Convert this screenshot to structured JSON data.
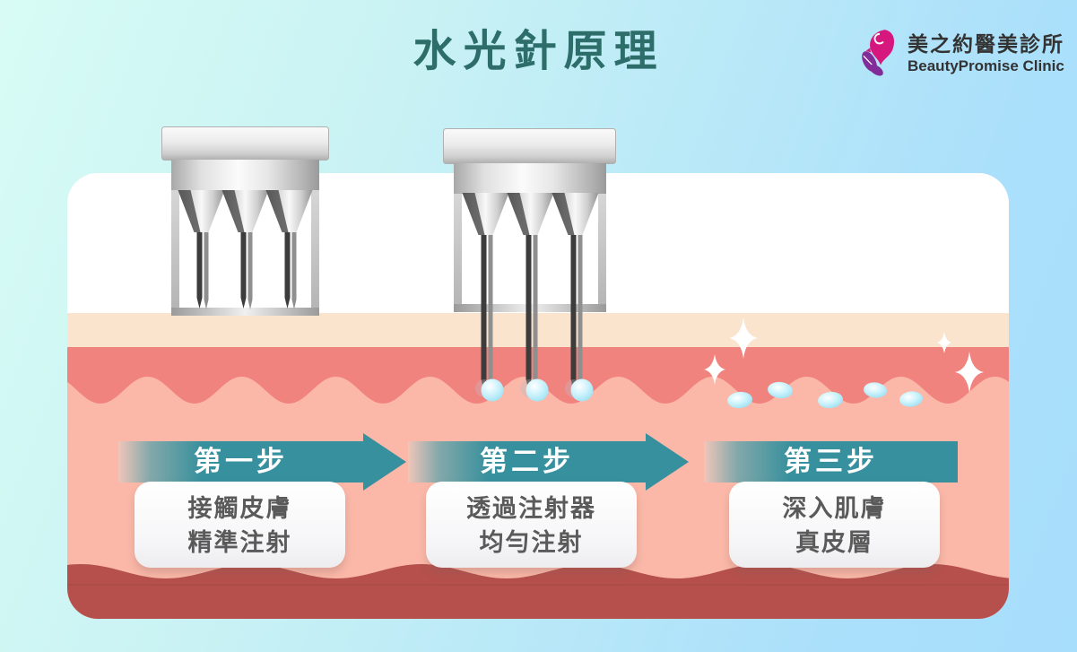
{
  "title": "水光針原理",
  "logo": {
    "icon": "beauty-face-leaf-logo",
    "clinic_name_zh": "美之約醫美診所",
    "clinic_name_en": "BeautyPromise Clinic"
  },
  "steps": [
    {
      "label": "第一步",
      "desc_line1": "接觸皮膚",
      "desc_line2": "精準注射"
    },
    {
      "label": "第二步",
      "desc_line1": "透過注射器",
      "desc_line2": "均勻注射"
    },
    {
      "label": "第三步",
      "desc_line1": "深入肌膚",
      "desc_line2": "真皮層"
    }
  ],
  "colors": {
    "title_teal": "#2E6E6A",
    "step_arrow_teal": "#37909D",
    "card_text_gray": "#5A5A5A",
    "skin_cream": "#FAE4CE",
    "skin_coral": "#F1837E",
    "skin_pink": "#FBB8A8",
    "skin_deep_red": "#B5504C",
    "droplet_blue": "#A9E9F8",
    "logo_magenta": "#D6187E",
    "logo_purple": "#812C99",
    "bg_mint": "#D8FCF5",
    "bg_blue": "#ABE0FB"
  }
}
